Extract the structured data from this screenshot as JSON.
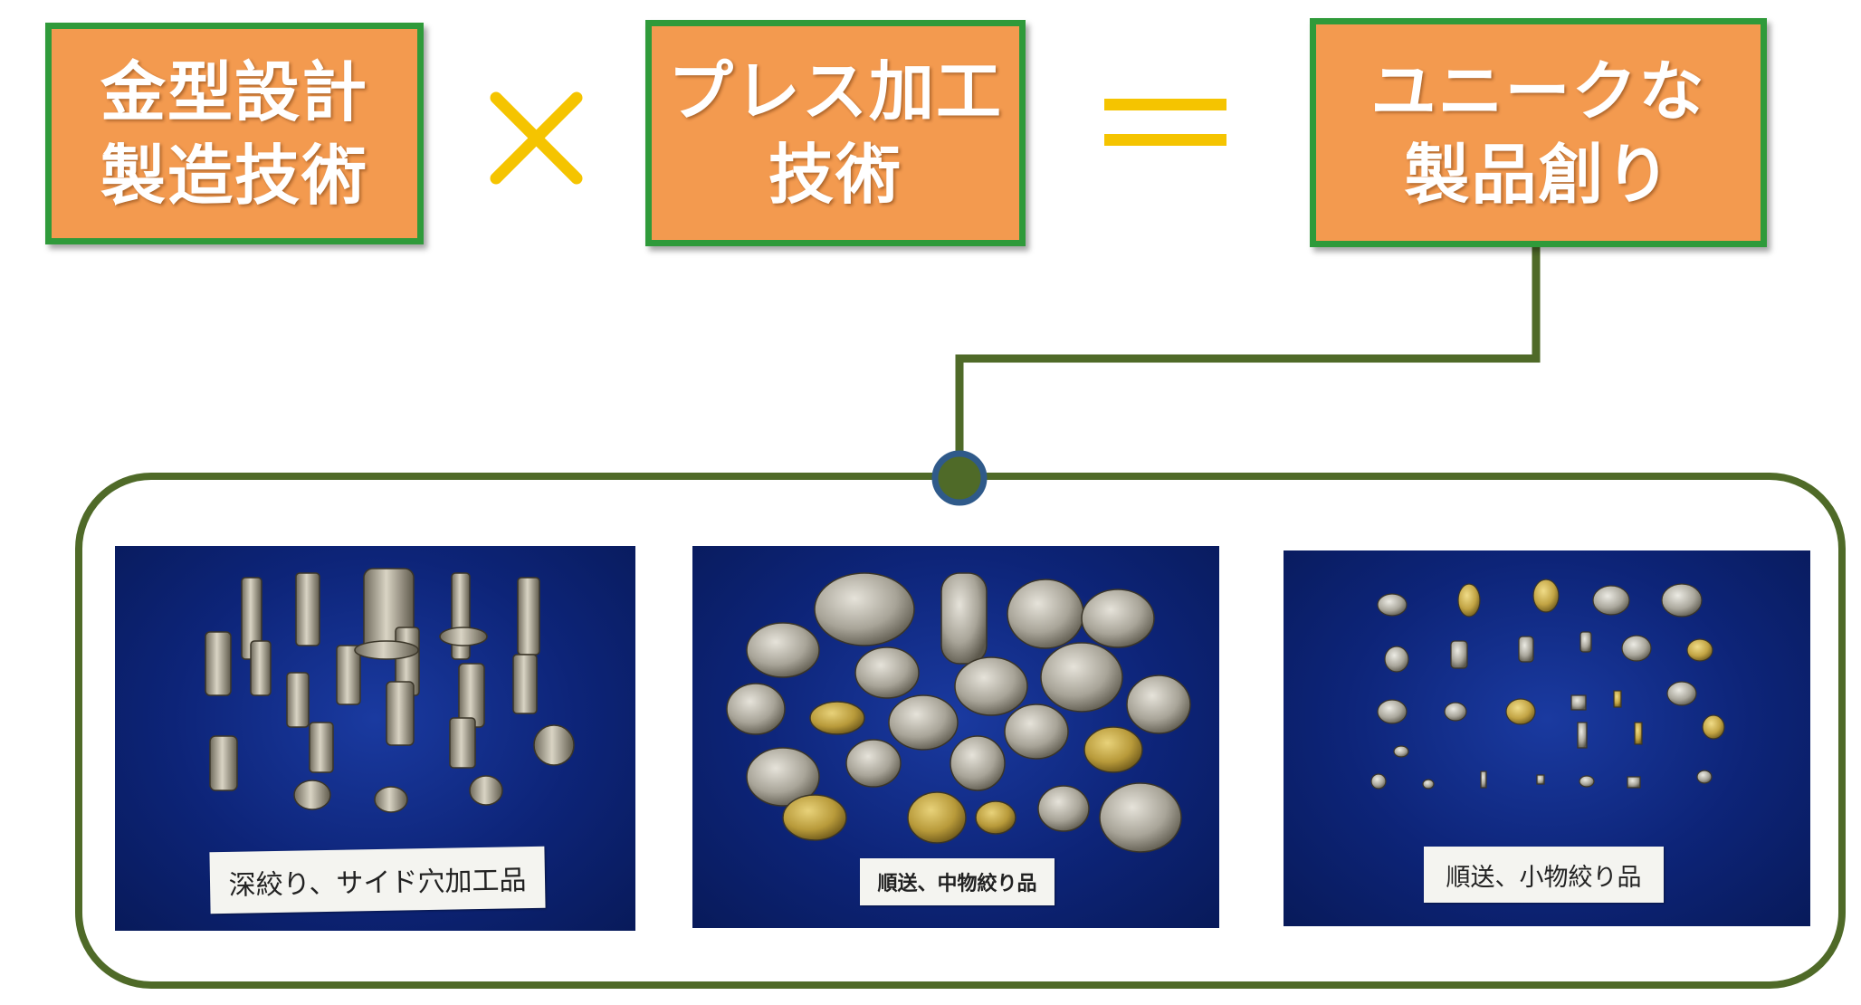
{
  "boxes": [
    {
      "line1": "金型設計",
      "line2": "製造技術"
    },
    {
      "line1": "プレス加工",
      "line2": "技術"
    },
    {
      "line1": "ユニークな",
      "line2": "製品創り"
    }
  ],
  "photos": [
    {
      "label": "深絞り、サイド穴加工品"
    },
    {
      "label": "順送、中物絞り品"
    },
    {
      "label": "順送、小物絞り品"
    }
  ],
  "colors": {
    "box_fill": "#f39a4f",
    "box_border": "#2f9a3a",
    "operator": "#f5c400",
    "connector": "#4f6a28",
    "node": "#2f5a8a",
    "photo_bg": "#0d2478"
  },
  "icons": {
    "operator_1": "multiply-icon",
    "operator_2": "equals-icon"
  }
}
